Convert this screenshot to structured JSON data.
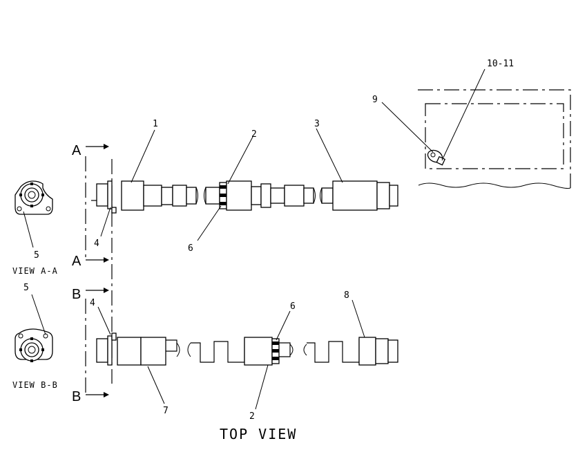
{
  "callouts": {
    "c1": "1",
    "c2_top": "2",
    "c3": "3",
    "c4_top": "4",
    "c5_top": "5",
    "c6_top": "6",
    "c9": "9",
    "c10_11": "10-11",
    "c5_bottom": "5",
    "c4_bottom": "4",
    "c6_bottom": "6",
    "c8": "8",
    "c7": "7",
    "c2_bottom": "2"
  },
  "section_marks": {
    "a_top": "A",
    "a_bottom": "A",
    "b_top": "B",
    "b_bottom": "B"
  },
  "captions": {
    "view_a": "VIEW A-A",
    "view_b": "VIEW B-B",
    "top_view": "TOP VIEW"
  }
}
